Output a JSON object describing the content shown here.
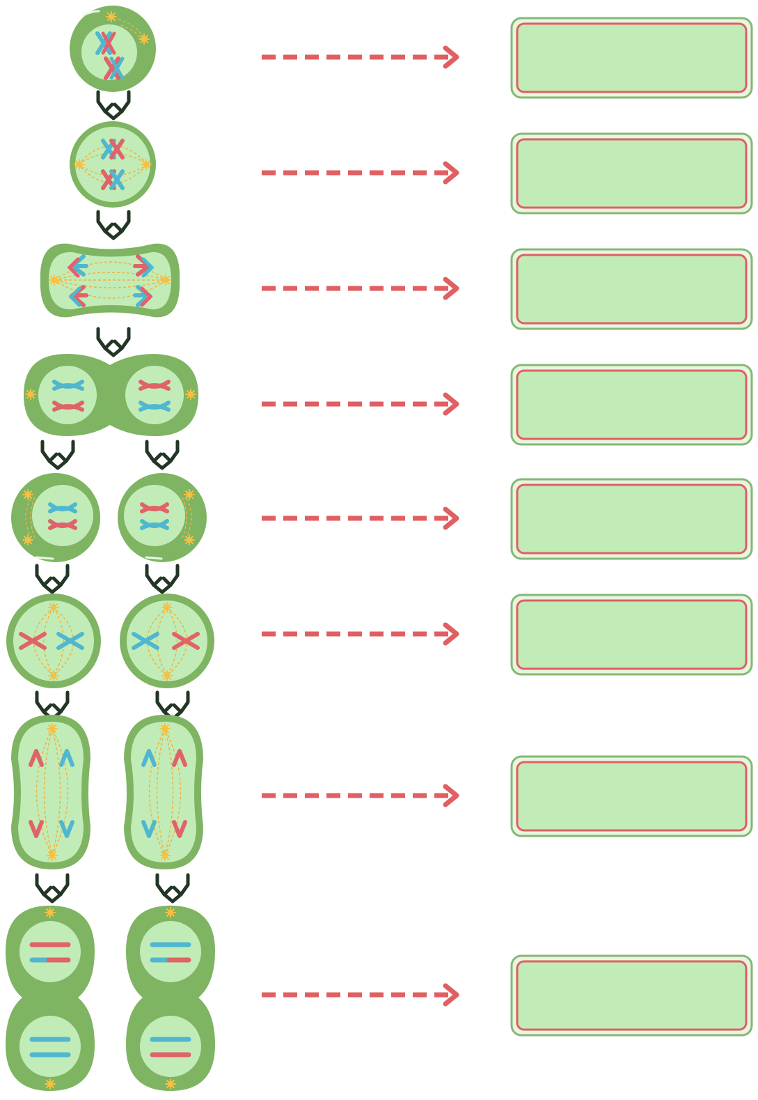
{
  "colors": {
    "cell_outer": "#7fb462",
    "cell_inner": "#c2ecb7",
    "chromosome_red": "#e0636a",
    "chromosome_blue": "#4fb7cf",
    "centrosome": "#f5c143",
    "spindle": "#f0b23f",
    "flow_arrow": "#233625",
    "dashed_arrow": "#e05f62",
    "box_fill": "#c2ecb7",
    "box_outer": "#85b874",
    "box_inner": "#e05f62"
  },
  "stages": [
    {
      "id": "prophase-1",
      "label": ""
    },
    {
      "id": "metaphase-1",
      "label": ""
    },
    {
      "id": "anaphase-1",
      "label": ""
    },
    {
      "id": "telophase-1",
      "label": ""
    },
    {
      "id": "prophase-2",
      "label": ""
    },
    {
      "id": "metaphase-2",
      "label": ""
    },
    {
      "id": "anaphase-2",
      "label": ""
    },
    {
      "id": "telophase-2",
      "label": ""
    }
  ]
}
